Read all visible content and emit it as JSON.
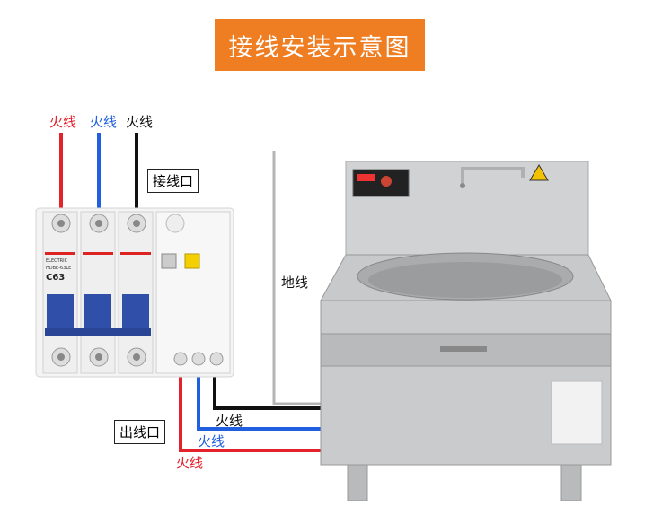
{
  "title": "接线安装示意图",
  "wire_labels": {
    "top": [
      "火线",
      "火线",
      "火线"
    ],
    "bottom": [
      "火线",
      "火线",
      "火线"
    ],
    "ground": "地线"
  },
  "ports": {
    "input": "接线口",
    "output": "出线口"
  },
  "breaker": {
    "brand": "ELECTRIC",
    "model": "HDBE-63LE",
    "rating": "C63"
  },
  "colors": {
    "banner": "#ef7d22",
    "red_wire": "#e3222b",
    "blue_wire": "#1f5fe0",
    "black_wire": "#111111",
    "ground_wire": "#b5b5b5",
    "breaker_handle": "#2f4fa8",
    "steel": "#c9cbcc"
  }
}
